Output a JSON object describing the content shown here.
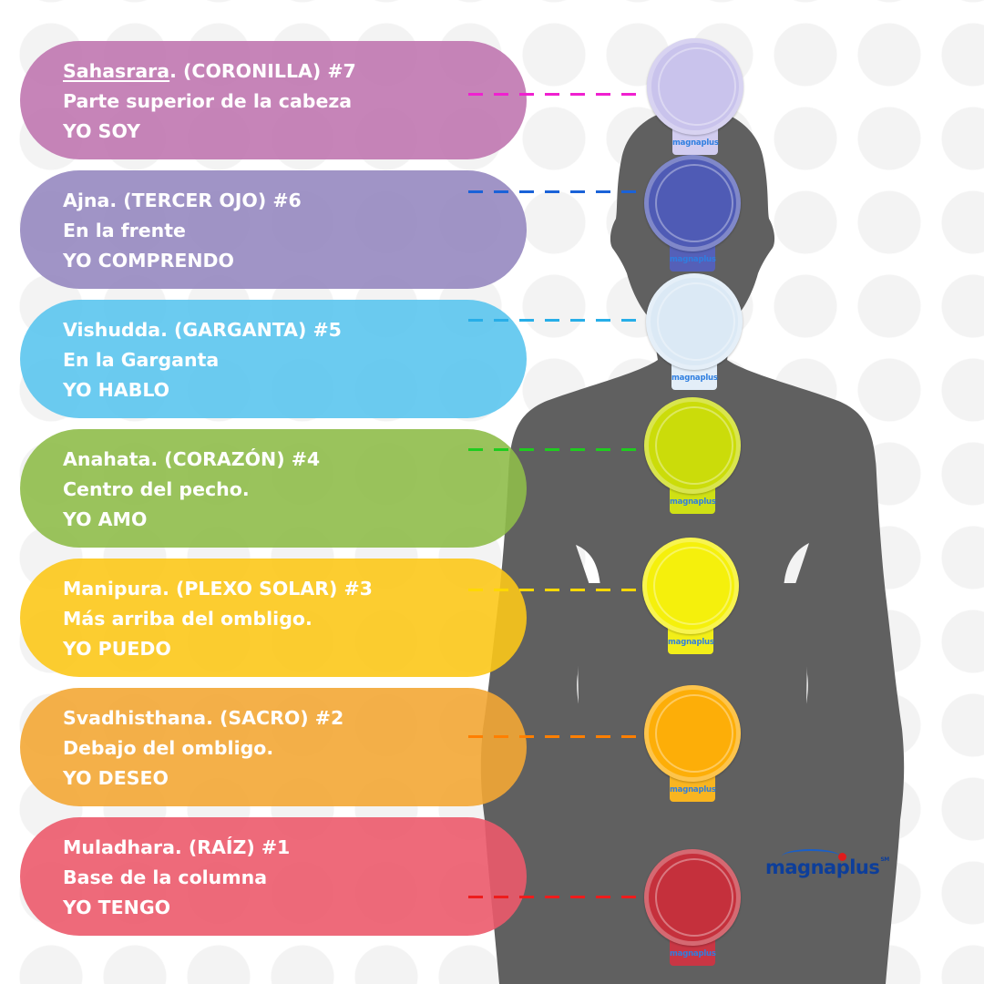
{
  "chakras": [
    {
      "number": 7,
      "name": "Sahasrara",
      "rest": ". (CORONILLA) #7",
      "location": "Parte superior de la cabeza",
      "affirmation": "YO SOY",
      "pill_color": "#c077b0",
      "line_color": "#f020d0",
      "magnet_color": "#c9c3ec",
      "tab_color": "#d2cdf0"
    },
    {
      "number": 6,
      "name": "Ajna. (TERCER OJO) #6",
      "location": "En la frente",
      "affirmation": "YO COMPRENDO",
      "pill_color": "#9688c0",
      "line_color": "#1a62d8",
      "magnet_color": "#4f5bb5",
      "tab_color": "#5560b8"
    },
    {
      "number": 5,
      "name": "Vishudda. (GARGANTA) #5",
      "location": "En la Garganta",
      "affirmation": "YO HABLO",
      "pill_color": "#5bc5ee",
      "line_color": "#27aee8",
      "magnet_color": "#dbe9f5",
      "tab_color": "#e3eef8"
    },
    {
      "number": 4,
      "name": "Anahata. (CORAZÓN) #4",
      "location": "Centro del pecho.",
      "affirmation": "YO AMO",
      "pill_color": "#8fbd4a",
      "line_color": "#1fcc1f",
      "magnet_color": "#cbdc0a",
      "tab_color": "#cfe015"
    },
    {
      "number": 3,
      "name": "Manipura. (PLEXO SOLAR) #3",
      "location": "Más arriba del ombligo.",
      "affirmation": "YO PUEDO",
      "pill_color": "#fcc819",
      "line_color": "#ffd800",
      "magnet_color": "#f5f00c",
      "tab_color": "#f2ee18"
    },
    {
      "number": 2,
      "name": "Svadhisthana. (SACRO) #2",
      "location": "Debajo del ombligo.",
      "affirmation": "YO DESEO",
      "pill_color": "#f3a735",
      "line_color": "#ff7f00",
      "magnet_color": "#fdae08",
      "tab_color": "#f9b520"
    },
    {
      "number": 1,
      "name": "Muladhara. (RAÍZ) #1",
      "location": "Base de la columna",
      "affirmation": "YO TENGO",
      "pill_color": "#ec5a6c",
      "line_color": "#ee1c1c",
      "magnet_color": "#c5303c",
      "tab_color": "#c93644"
    }
  ],
  "magnet_logo": "magnaplus",
  "brand": {
    "name": "magnaplus",
    "trademark": "SM",
    "color": "#0d3e9a",
    "dot_color": "#e01b1b"
  },
  "silhouette_color": "#606060"
}
